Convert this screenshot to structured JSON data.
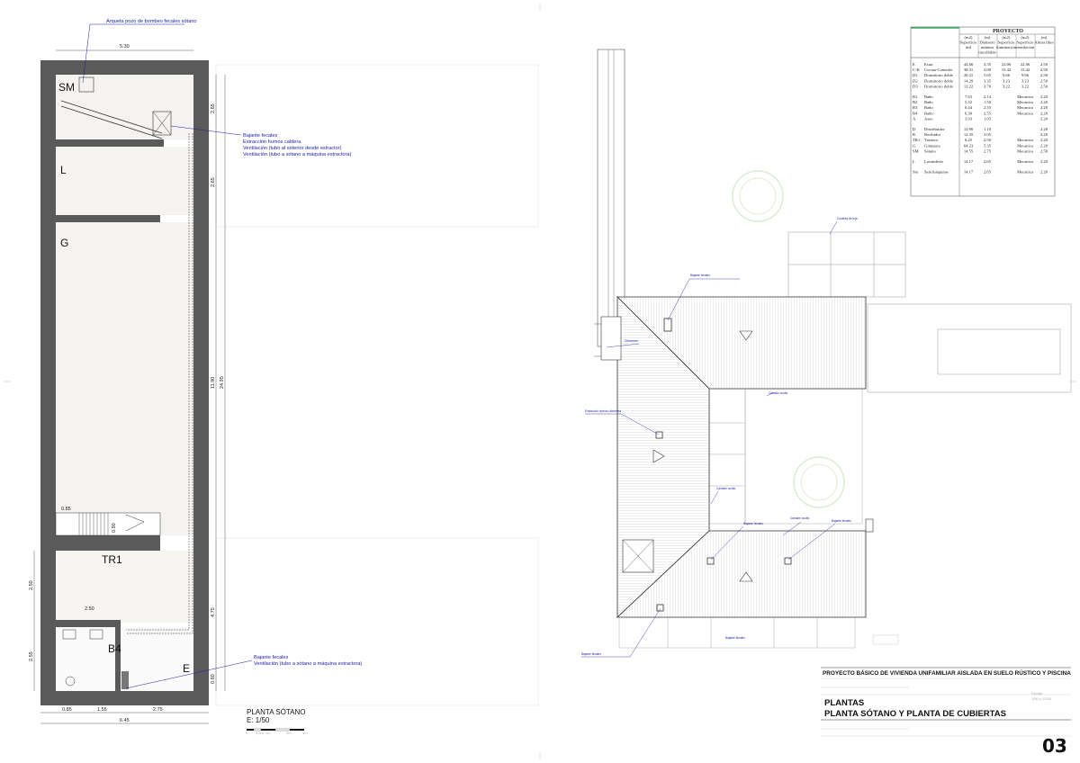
{
  "sheet_number": "03",
  "basement_plan": {
    "title": "PLANTA SÓTANO",
    "scale": "E: 1/50",
    "scale_bar_ticks": [
      "0",
      "0,5m",
      "1m",
      "2m",
      "3m"
    ],
    "rooms": {
      "sm": "SM",
      "l": "L",
      "g": "G",
      "tr1": "TR1",
      "b4": "B4",
      "e": "E"
    },
    "dims": {
      "top_width": "5.30",
      "bottom_total": "6.45",
      "bottom_a": "0.85",
      "bottom_b": "1.55",
      "bottom_c": "2.75",
      "right_a": "2.65",
      "right_b": "2.65",
      "right_c": "11.90",
      "right_total": "24.95",
      "right_d": "4.75",
      "right_e": "0.60",
      "left_a": "2.50",
      "left_b": "2.55",
      "stair_w": "0.85",
      "stair_h": "0.90",
      "tr1_w": "2.50"
    },
    "annotations": {
      "pump": "Arqueta pozo de bombeo fecales sótano",
      "bajante1_l1": "Bajante fecales",
      "bajante1_l2": "Extracción humos caldera",
      "bajante1_l3": "Ventilación (tubo al exterior desde extractor)",
      "bajante1_l4": "Ventilación (tubo a sótano a máquina extractora)",
      "bajante2_l1": "Bajante fecales",
      "bajante2_l2": "Ventilación (tubo a sótano a máquina extractora)"
    }
  },
  "area_table": {
    "title": "PROYECTO",
    "col_headers": [
      [
        "(m2)",
        "Superficie",
        "útil"
      ],
      [
        "(m)",
        "Diámetro",
        "mínimo",
        "inscribible"
      ],
      [
        "(m2)",
        "Superficie",
        "iluminación"
      ],
      [
        "(m2)",
        "Superficie",
        "ventilación"
      ],
      [
        "(m)",
        "Altura libre"
      ]
    ],
    "groups": [
      [
        {
          "code": "E",
          "name": "Estar",
          "v": [
            "44.66",
            "3.35",
            "22.06",
            "22.06",
            "2.50"
          ]
        },
        {
          "code": "C-K",
          "name": "Cocina-Comedor",
          "v": [
            "38.31",
            "4.00",
            "15.42",
            "15.42",
            "2.50"
          ]
        },
        {
          "code": "D1",
          "name": "Dormitorio doble",
          "v": [
            "20.21",
            "5.65",
            "9.66",
            "9.66",
            "2.50"
          ]
        },
        {
          "code": "D2",
          "name": "Dormitorio doble",
          "v": [
            "14.29",
            "3.35",
            "3.23",
            "3.23",
            "2.50"
          ]
        },
        {
          "code": "D3",
          "name": "Dormitorio doble",
          "v": [
            "13.22",
            "3.70",
            "3.22",
            "3.22",
            "2.50"
          ]
        }
      ],
      [
        {
          "code": "B1",
          "name": "Baño",
          "v": [
            "7.63",
            "2.14",
            "",
            "Mecanica",
            "2.20"
          ]
        },
        {
          "code": "B2",
          "name": "Baño",
          "v": [
            "5.32",
            "1.50",
            "",
            "Mecanica",
            "2.20"
          ]
        },
        {
          "code": "B3",
          "name": "Baño",
          "v": [
            "6.44",
            "2.55",
            "",
            "Mecanica",
            "2.20"
          ]
        },
        {
          "code": "B4",
          "name": "Baño",
          "v": [
            "6.30",
            "2.55",
            "",
            "Mecanica",
            "2.20"
          ]
        },
        {
          "code": "A",
          "name": "Aseo",
          "v": [
            "3.93",
            "1.05",
            "",
            "",
            "2.20"
          ]
        }
      ],
      [
        {
          "code": "D",
          "name": "Distribuidor",
          "v": [
            "12.90",
            "1.10",
            "",
            "",
            "2.20"
          ]
        },
        {
          "code": "R",
          "name": "Recibidor",
          "v": [
            "12.35",
            "3.05",
            "",
            "",
            "2.20"
          ]
        },
        {
          "code": "TR1",
          "name": "Trastero",
          "v": [
            "6.25",
            "2.50",
            "",
            "Mecanica",
            "2.20"
          ]
        },
        {
          "code": "G",
          "name": "Gimnasio",
          "v": [
            "64.23",
            "5.35",
            "",
            "Mecanica",
            "2.20"
          ]
        },
        {
          "code": "SM",
          "name": "Sótano",
          "v": [
            "14.55",
            "2.75",
            "",
            "Mecanica",
            "2.50"
          ]
        }
      ],
      [
        {
          "code": "L",
          "name": "Lavandería",
          "v": [
            "14.17",
            "2.65",
            "",
            "Mecanica",
            "2.20"
          ]
        }
      ],
      [
        {
          "code": "Sm",
          "name": "Sala máquinas",
          "v": [
            "14.17",
            "2.65",
            "",
            "Mecanica",
            "2.20"
          ]
        }
      ]
    ]
  },
  "roof_notes": {
    "n1": "Bajante fecales",
    "n2": "Chimenea",
    "n3": "Extracción humos chimenea",
    "n4": "Canalón oculto",
    "n5": "Canalón oculto",
    "n6": "Canalón oculto",
    "n7": "Bajante fecales",
    "n8": "Bajante fecales",
    "n9": "Bajante fecales",
    "n10": "Cubierta de teja",
    "n11": "Bajante fecales"
  },
  "title_block": {
    "project": "PROYECTO BÁSICO DE VIVIENDA UNIFAMILIAR AISLADA EN SUELO RÚSTICO Y PISCINA",
    "sheet_title": "PLANTAS",
    "sheet_subtitle": "PLANTA SÓTANO Y PLANTA DE CUBIERTAS",
    "scale_label": "Escala",
    "scale_value": "1/50 y 1/100"
  }
}
